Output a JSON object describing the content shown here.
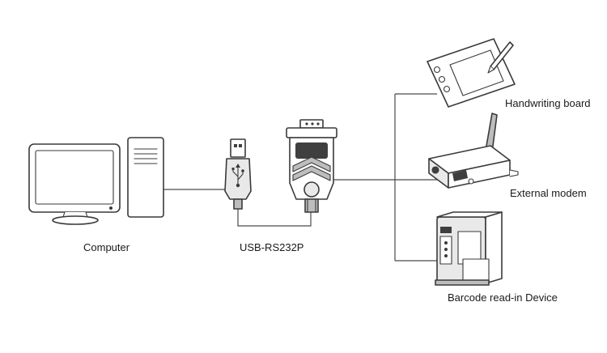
{
  "labels": {
    "computer": "Computer",
    "adapter": "USB-RS232P",
    "handwriting_board": "Handwriting board",
    "external_modem": "External modem",
    "barcode_device": "Barcode read-in Device"
  },
  "icons": {
    "usb_symbol": "usb-icon"
  }
}
